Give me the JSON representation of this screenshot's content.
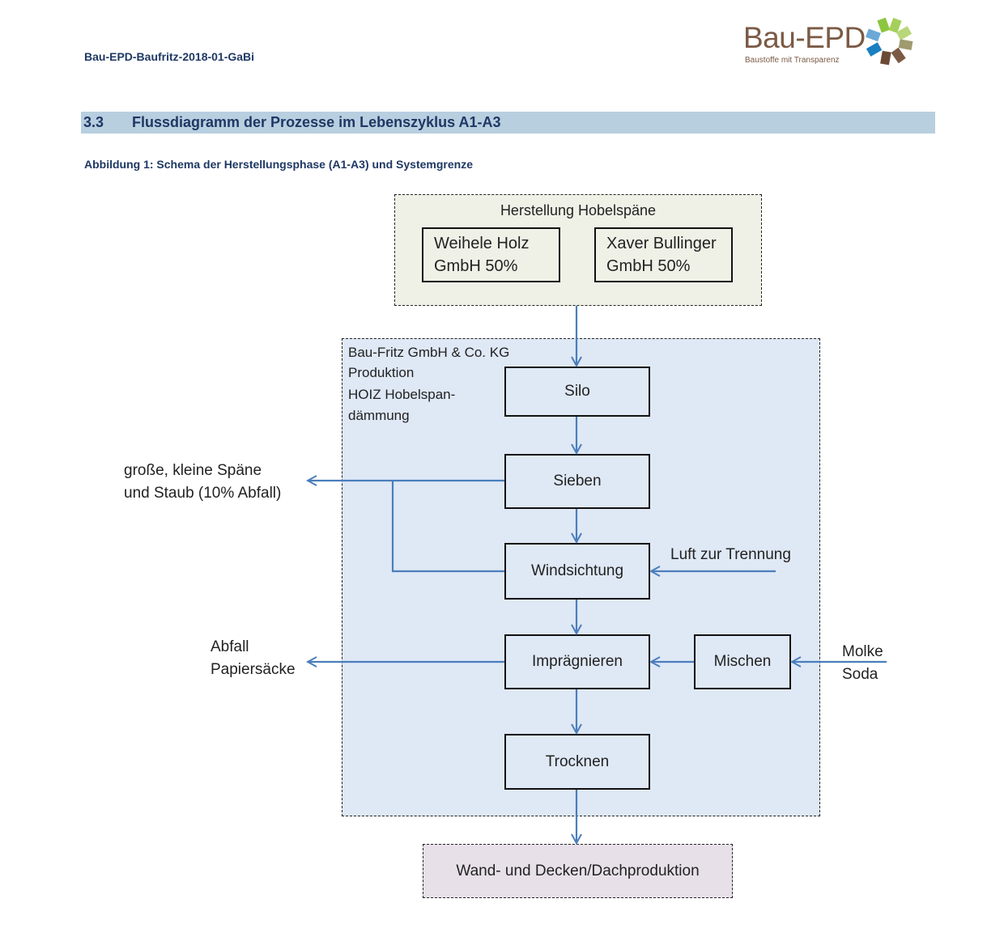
{
  "header": {
    "doc_id": "Bau-EPD-Baufritz-2018-01-GaBi"
  },
  "logo": {
    "title": "Bau-EPD",
    "subtitle": "Baustoffe mit Transparenz"
  },
  "section": {
    "number": "3.3",
    "title": "Flussdiagramm der Prozesse im Lebenszyklus A1-A3"
  },
  "figure": {
    "caption": "Abbildung 1: Schema der Herstellungsphase (A1-A3) und Systemgrenze",
    "supplier_group": {
      "title": "Herstellung Hobelspäne",
      "suppliers": [
        {
          "line1": "Weihele Holz",
          "line2": "GmbH 50%"
        },
        {
          "line1": "Xaver Bullinger",
          "line2": "GmbH 50%"
        }
      ]
    },
    "production_group": {
      "label": [
        "Bau-Fritz GmbH  & Co. KG",
        "Produktion",
        "HOIZ Hobelspan-",
        "dämmung"
      ],
      "steps": {
        "silo": "Silo",
        "sieben": "Sieben",
        "windsichtung": "Windsichtung",
        "impraegnieren": "Imprägnieren",
        "mischen": "Mischen",
        "trocknen": "Trocknen"
      }
    },
    "outputs": {
      "waste_chips": [
        "große, kleine Späne",
        "und Staub (10% Abfall)"
      ],
      "waste_bags": [
        "Abfall",
        "Papiersäcke"
      ]
    },
    "inputs": {
      "air": "Luft zur Trennung",
      "additives": [
        "Molke",
        "Soda"
      ]
    },
    "final": "Wand- und Decken/Dachproduktion"
  },
  "colors": {
    "arrow": "#4a7ebb",
    "section_bar": "#b8cfe0",
    "production_fill": "#dfe8f5",
    "supplier_fill": "#eff1e7",
    "final_fill": "#e7e0e9"
  }
}
